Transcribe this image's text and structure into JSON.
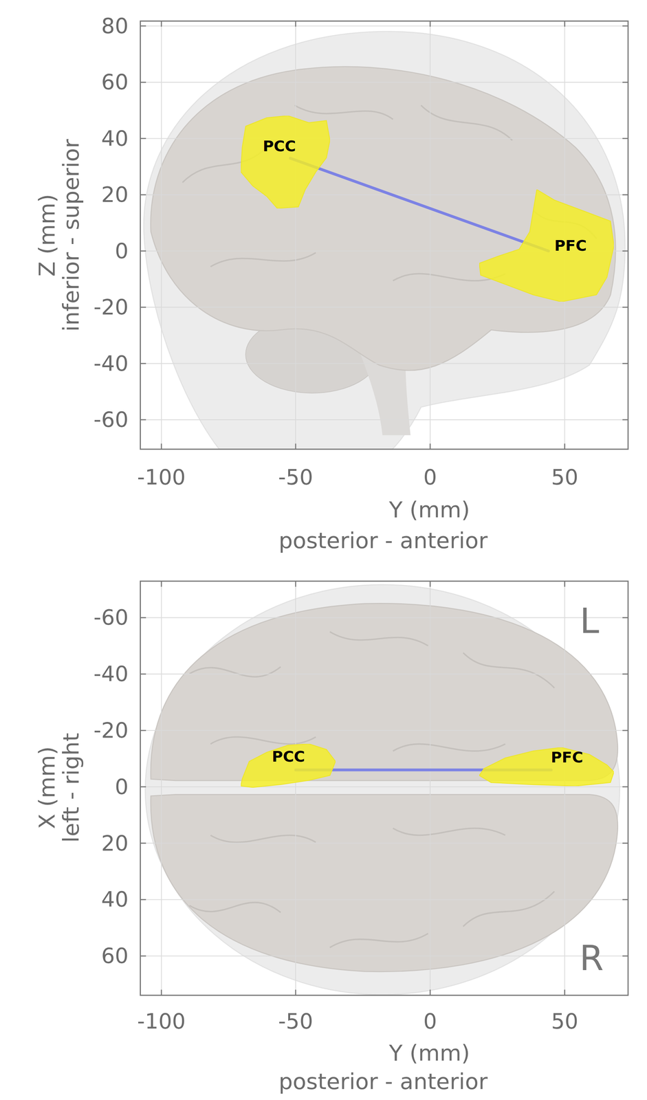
{
  "diagram": {
    "nodes": [
      {
        "text": [
          "PCC"
        ]
      },
      {
        "text": [
          "PFC"
        ]
      },
      {
        "text": [
          "PCC"
        ]
      },
      {
        "text": [
          "PFC"
        ]
      }
    ],
    "edges": [
      {
        "from": 0,
        "to": 1,
        "arrow": "none"
      },
      {
        "from": 2,
        "to": 3,
        "arrow": "none"
      }
    ],
    "labels": [
      "80",
      "60",
      "40",
      "20",
      "0",
      "-20",
      "-40",
      "-60",
      "Z (mm)",
      "inferior - superior",
      "-100",
      "-50",
      "0",
      "50",
      "Y (mm)",
      "posterior - anterior",
      "-60",
      "-40",
      "-20",
      "0",
      "20",
      "40",
      "60",
      "X (mm)",
      "left - right",
      "L",
      "R",
      "-100",
      "-50",
      "0",
      "50",
      "Y (mm)",
      "posterior - anterior"
    ]
  }
}
